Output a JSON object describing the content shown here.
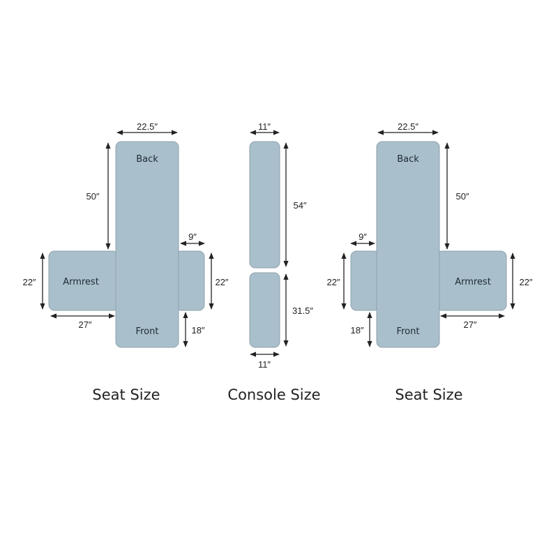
{
  "colors": {
    "panel": "#a9bfcc",
    "panel_border": "#8fa2ad",
    "line": "#222222"
  },
  "seat_left": {
    "title": "Seat Size",
    "labels": {
      "back": "Back",
      "armrest": "Armrest",
      "front": "Front"
    },
    "dims": {
      "width": "22.5″",
      "back_length": "50″",
      "flap_width": "9″",
      "armrest_height": "22″",
      "flap_height": "22″",
      "armrest_width": "27″",
      "front_length": "18″"
    }
  },
  "console": {
    "title": "Console Size",
    "dims": {
      "top_width": "11″",
      "top_length": "54″",
      "bottom_length": "31.5″",
      "bottom_width": "11″"
    }
  },
  "seat_right": {
    "title": "Seat Size",
    "labels": {
      "back": "Back",
      "armrest": "Armrest",
      "front": "Front"
    },
    "dims": {
      "width": "22.5″",
      "back_length": "50″",
      "flap_width": "9″",
      "armrest_height": "22″",
      "flap_height": "22″",
      "armrest_width": "27″",
      "front_length": "18″"
    }
  }
}
